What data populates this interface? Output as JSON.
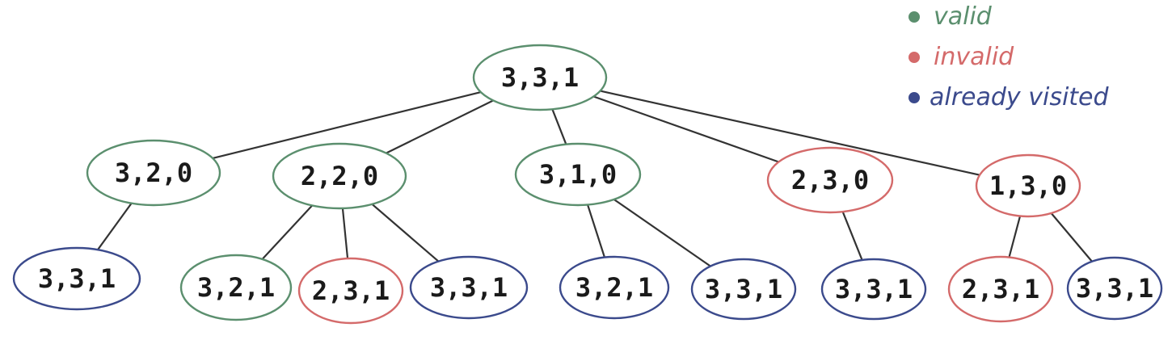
{
  "legend": {
    "items": [
      {
        "key": "valid",
        "label": "valid",
        "color": "#5b8f6e"
      },
      {
        "key": "invalid",
        "label": "invalid",
        "color": "#d46a6a"
      },
      {
        "key": "visited",
        "label": "already visited",
        "color": "#3b4a8c"
      }
    ]
  },
  "tree": {
    "nodes": [
      {
        "id": "root",
        "label": "3,3,1",
        "status": "valid"
      },
      {
        "id": "n1",
        "label": "3,2,0",
        "status": "valid"
      },
      {
        "id": "n2",
        "label": "2,2,0",
        "status": "valid"
      },
      {
        "id": "n3",
        "label": "3,1,0",
        "status": "valid"
      },
      {
        "id": "n4",
        "label": "2,3,0",
        "status": "invalid"
      },
      {
        "id": "n5",
        "label": "1,3,0",
        "status": "invalid"
      },
      {
        "id": "l1",
        "label": "3,3,1",
        "status": "visited"
      },
      {
        "id": "l2",
        "label": "3,2,1",
        "status": "valid"
      },
      {
        "id": "l3",
        "label": "2,3,1",
        "status": "invalid"
      },
      {
        "id": "l4",
        "label": "3,3,1",
        "status": "visited"
      },
      {
        "id": "l5",
        "label": "3,2,1",
        "status": "visited"
      },
      {
        "id": "l6",
        "label": "3,3,1",
        "status": "visited"
      },
      {
        "id": "l7",
        "label": "3,3,1",
        "status": "visited"
      },
      {
        "id": "l8",
        "label": "2,3,1",
        "status": "invalid"
      },
      {
        "id": "l9",
        "label": "3,3,1",
        "status": "visited"
      }
    ],
    "edges": [
      [
        "root",
        "n1"
      ],
      [
        "root",
        "n2"
      ],
      [
        "root",
        "n3"
      ],
      [
        "root",
        "n4"
      ],
      [
        "root",
        "n5"
      ],
      [
        "n1",
        "l1"
      ],
      [
        "n2",
        "l2"
      ],
      [
        "n2",
        "l3"
      ],
      [
        "n2",
        "l4"
      ],
      [
        "n3",
        "l5"
      ],
      [
        "n3",
        "l6"
      ],
      [
        "n4",
        "l7"
      ],
      [
        "n5",
        "l8"
      ],
      [
        "n5",
        "l9"
      ]
    ]
  }
}
